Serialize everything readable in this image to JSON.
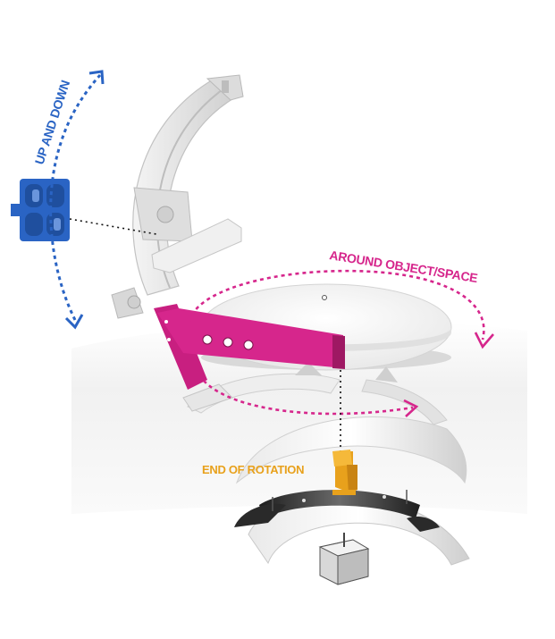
{
  "labels": {
    "up_and_down": "UP AND DOWN",
    "around": "AROUND OBJECT/SPACE",
    "end_of_rotation": "END OF ROTATION"
  },
  "colors": {
    "blue": "#2a64c4",
    "magenta": "#d6268c",
    "orange": "#e8a11c",
    "structure": "#e6e6e6",
    "structure_shadow": "#bdbdbd",
    "dark_part": "#333333"
  },
  "icons": {
    "motor_mount": "blue-motor-mount-icon",
    "arm": "magenta-arm-icon",
    "stopper": "orange-stopper-icon"
  }
}
